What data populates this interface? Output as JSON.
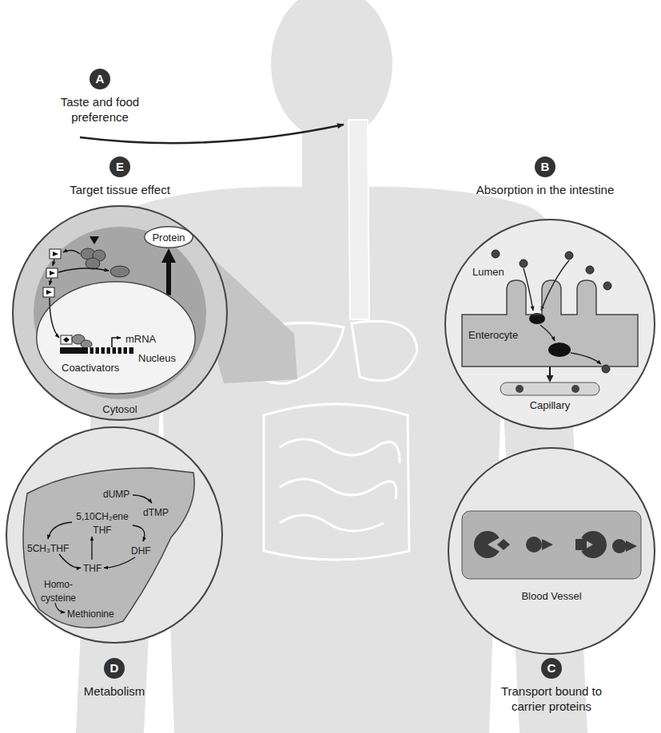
{
  "diagram": {
    "nodes": [
      {
        "text": [
          "A",
          "Taste and food preference"
        ]
      },
      {
        "text": [
          "E",
          "Target tissue effect"
        ]
      },
      {
        "text": [
          "B",
          "Absorption in the intestine"
        ]
      },
      {
        "text": [
          "Cytosol"
        ]
      },
      {
        "text": [
          "Protein"
        ],
        "in": 3
      },
      {
        "text": [
          "mRNA",
          "Coactivators",
          "Nucleus"
        ],
        "in": 3
      },
      {
        "text": [
          "Lumen"
        ]
      },
      {
        "text": [
          "Enterocyte"
        ],
        "in": 6
      },
      {
        "text": [
          "Capillary"
        ],
        "in": 6
      },
      {
        "text": [
          "dUMP",
          "dTMP",
          "5,10CH₂ene THF",
          "5CH₃THF",
          "DHF",
          "THF",
          "Homo- cysteine",
          "Methionine"
        ]
      },
      {
        "text": [
          "Blood Vessel"
        ]
      },
      {
        "text": [
          "D",
          "Metabolism"
        ]
      },
      {
        "text": [
          "C",
          "Transport bound to carrier proteins"
        ]
      }
    ],
    "edges": [
      {
        "from": 5,
        "to": 4,
        "arrow": "to"
      },
      {
        "from": 7,
        "to": 8,
        "arrow": "to"
      }
    ]
  }
}
